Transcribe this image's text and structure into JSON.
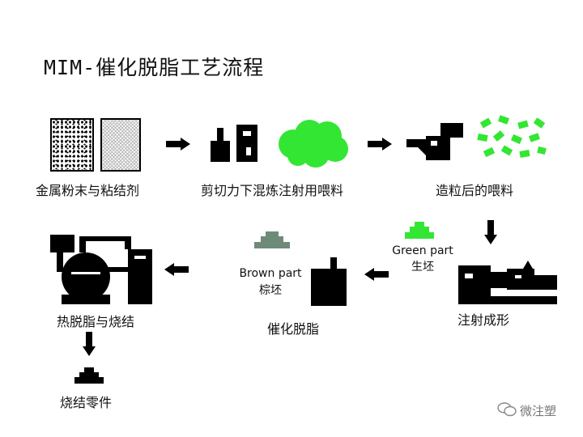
{
  "title": "MIM-催化脱脂工艺流程",
  "steps": {
    "raw": "金属粉末与粘结剂",
    "mix": "剪切力下混炼注射用喂料",
    "pellet": "造粒后的喂料",
    "inject": "注射成形",
    "debind": "催化脱脂",
    "thermal": "热脱脂与烧结",
    "sintered": "烧结零件"
  },
  "green_part": {
    "en": "Green part",
    "zh": "生坯"
  },
  "brown_part": {
    "en": "Brown part",
    "zh": "棕坯"
  },
  "watermark": "微注塑",
  "colors": {
    "green": "#33e633",
    "brown": "#6e8b7a",
    "black": "#000000"
  }
}
